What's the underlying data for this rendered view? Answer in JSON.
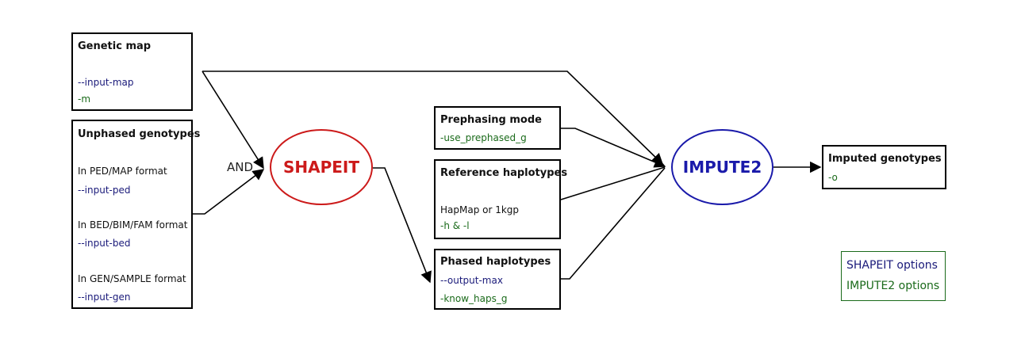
{
  "colors": {
    "shapeit_option": "#1a1a7a",
    "impute2_option": "#1a6a1a",
    "shapeit_node": "#cc1a1a",
    "impute2_node": "#1a1aaa"
  },
  "genetic_map": {
    "title": "Genetic map",
    "opt1": "--input-map",
    "opt2": "-m"
  },
  "unphased": {
    "title": "Unphased genotypes",
    "ped_label": "In PED/MAP format",
    "ped_opt": "--input-ped",
    "bed_label": "In BED/BIM/FAM format",
    "bed_opt": "--input-bed",
    "gen_label": "In GEN/SAMPLE format",
    "gen_opt": "--input-gen"
  },
  "and_label": "AND",
  "shapeit": {
    "label": "SHAPEIT"
  },
  "prephasing": {
    "title": "Prephasing mode",
    "opt": "-use_prephased_g"
  },
  "reference": {
    "title": "Reference haplotypes",
    "desc": "HapMap or 1kgp",
    "opt": "-h & -l"
  },
  "phased": {
    "title": "Phased haplotypes",
    "opt1": "--output-max",
    "opt2": "-know_haps_g"
  },
  "impute2": {
    "label": "IMPUTE2"
  },
  "imputed": {
    "title": "Imputed genotypes",
    "opt": "-o"
  },
  "legend": {
    "shapeit": "SHAPEIT options",
    "impute2": "IMPUTE2 options"
  }
}
